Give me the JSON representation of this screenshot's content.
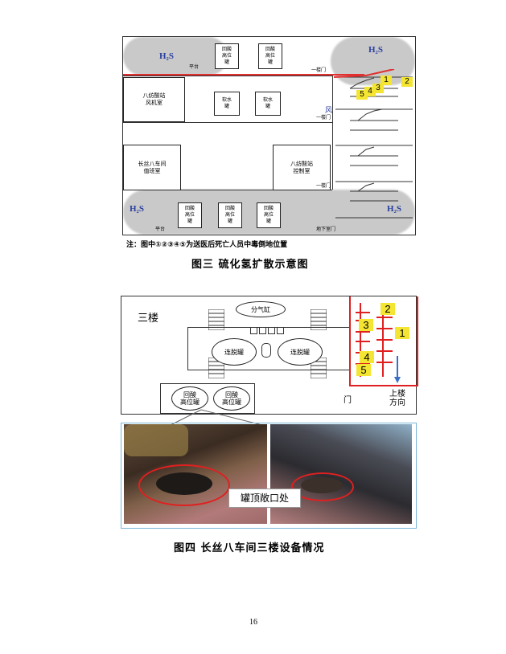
{
  "figure3": {
    "h2s_label": "H₂S",
    "tanks_top": [
      "回酸\n高位\n罐",
      "回酸\n高位\n罐"
    ],
    "platform_label": "平台",
    "first_floor_door": "一楼门",
    "fan_room": "八纺酸站\n风机室",
    "iron_tank": "软水\n罐",
    "wind_label": "风",
    "duty_room": "长丝八车间\n值班室",
    "control_room": "八纺酸站\n控制室",
    "tanks_bottom": [
      "回酸\n高位\n罐",
      "回酸\n高位\n罐",
      "回酸\n高位\n罐"
    ],
    "basement_door": "地下室门",
    "victim_numbers": [
      "1",
      "2",
      "3",
      "4",
      "5"
    ]
  },
  "note": "注：图中①②③④⑤为送医后死亡人员中毒倒地位置",
  "caption3": "图三  硫化氢扩散示意图",
  "figure4": {
    "floor_label": "三楼",
    "gas_cylinder": "分气缸",
    "degas_tank": "连脱罐",
    "hightank": "回酸\n高位罐",
    "door": "门",
    "upstairs": "上楼\n方向",
    "victim_numbers": [
      "2",
      "3",
      "1",
      "4",
      "5"
    ],
    "photo_label": "罐顶敞口处",
    "accent": "#e02020"
  },
  "caption4": "图四   长丝八车间三楼设备情况",
  "page_number": "16"
}
